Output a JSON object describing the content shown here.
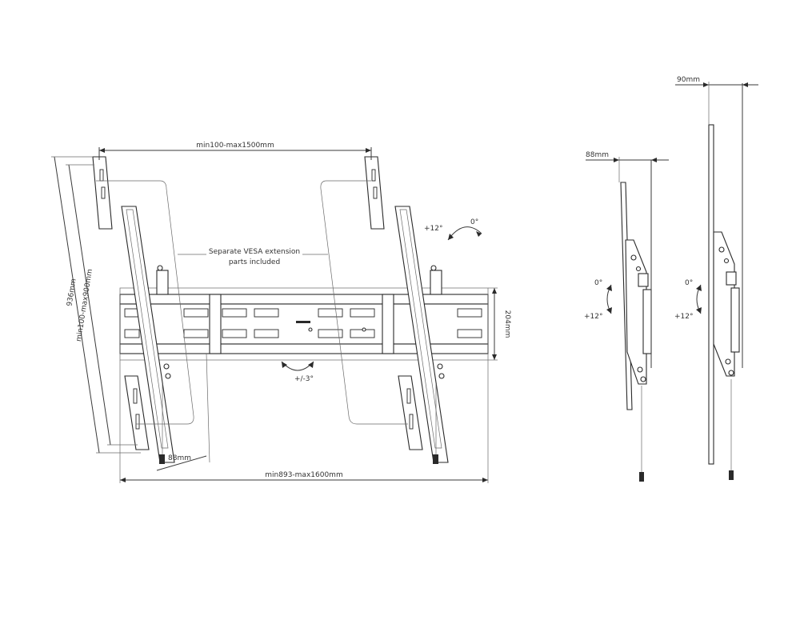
{
  "dimensions": {
    "vesa_horizontal": "min100-max1500mm",
    "overall_width": "min893-max1600mm",
    "height_936": "936mm",
    "vesa_vertical": "min100-max900mm",
    "rail_height": "204mm",
    "depth_front": "88mm",
    "depth_side_tilted": "88mm",
    "depth_side_upright": "90mm"
  },
  "callouts": {
    "extension_line1": "Separate VESA extension",
    "extension_line2": "parts included"
  },
  "angles": {
    "tilt_front_a": "+12°",
    "tilt_front_b": "0°",
    "level": "+/-3°",
    "side1_a": "0°",
    "side1_b": "+12°",
    "side2_a": "0°",
    "side2_b": "+12°"
  },
  "colors": {
    "line": "#3a3a3a",
    "text": "#333333"
  }
}
